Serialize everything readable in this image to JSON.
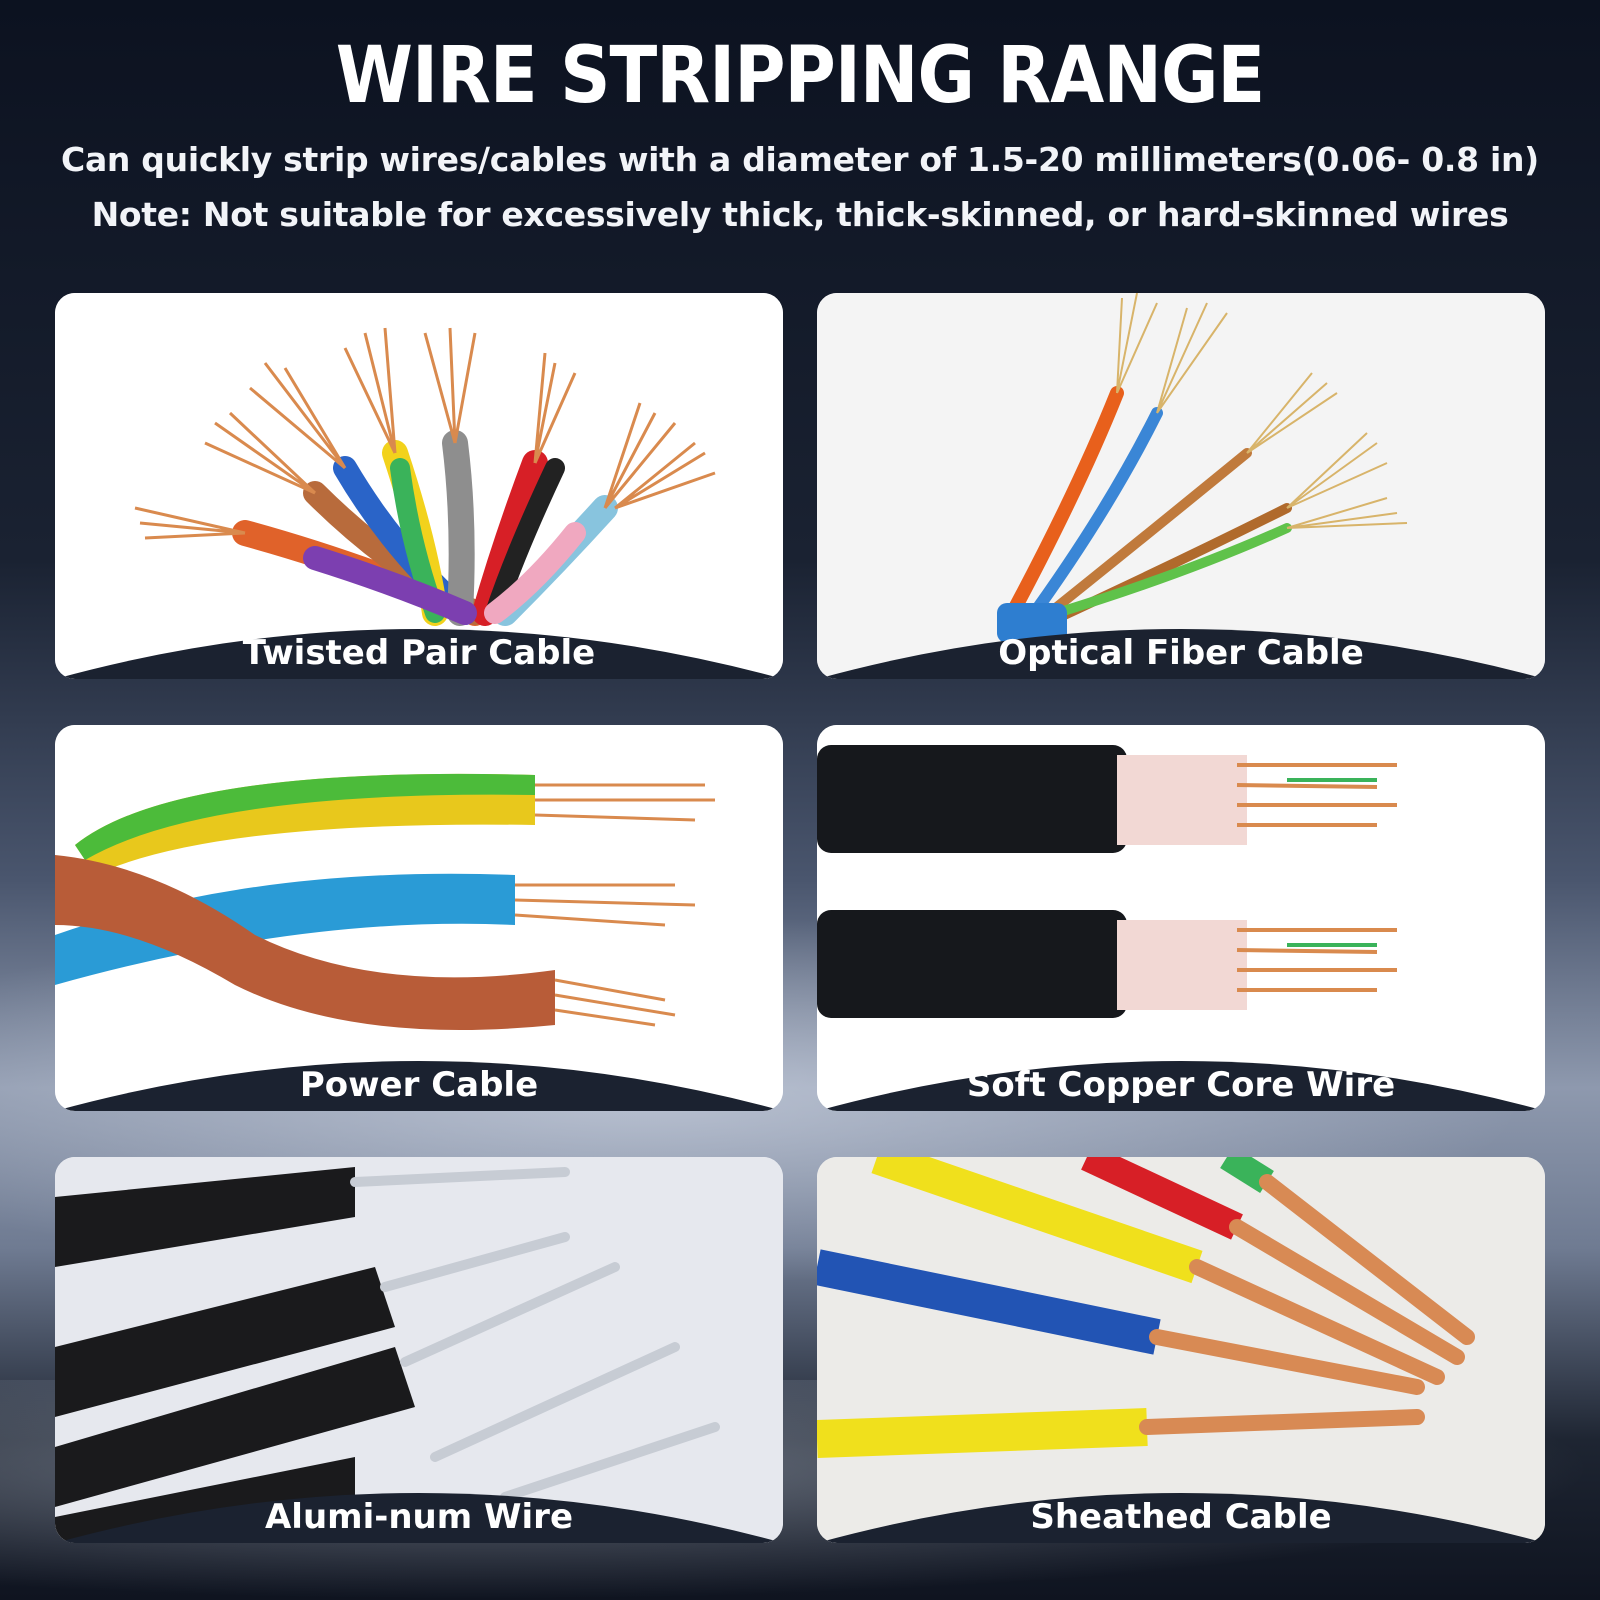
{
  "header": {
    "title": "WIRE STRIPPING RANGE",
    "subtitle_line1": "Can quickly strip wires/cables with a diameter of 1.5-20 millimeters(0.06- 0.8 in)",
    "subtitle_line2": "Note: Not suitable for excessively thick, thick-skinned, or hard-skinned wires"
  },
  "cards": [
    {
      "label": "Twisted Pair Cable",
      "image": "twisted-pair-cable-photo"
    },
    {
      "label": "Optical Fiber Cable",
      "image": "optical-fiber-cable-photo"
    },
    {
      "label": "Power Cable",
      "image": "power-cable-photo"
    },
    {
      "label": "Soft Copper Core Wire",
      "image": "soft-copper-core-wire-photo"
    },
    {
      "label": "Alumi-num Wire",
      "image": "aluminum-wire-photo"
    },
    {
      "label": "Sheathed Cable",
      "image": "sheathed-cable-photo"
    }
  ],
  "colors": {
    "band": "#1b2230",
    "copper": "#d98a4e",
    "background_dark": "#0c1220"
  }
}
